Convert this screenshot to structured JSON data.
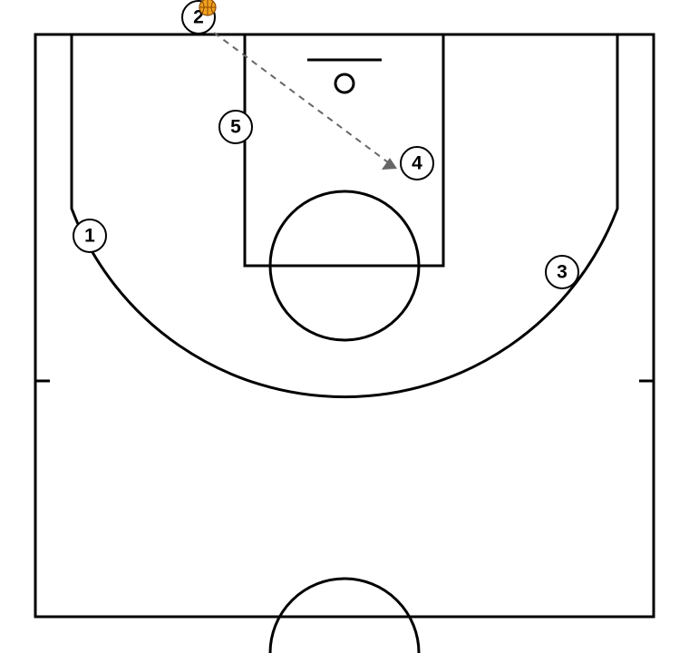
{
  "diagram": {
    "type": "basketball-half-court-play",
    "colors": {
      "court_lines": "#000000",
      "background": "#ffffff",
      "pass_line": "#666666",
      "ball": "#f0a020",
      "ball_seams": "#8a4a00"
    },
    "players": [
      {
        "id": "player-1",
        "number": "1"
      },
      {
        "id": "player-2",
        "number": "2",
        "has_ball": true
      },
      {
        "id": "player-3",
        "number": "3"
      },
      {
        "id": "player-4",
        "number": "4"
      },
      {
        "id": "player-5",
        "number": "5"
      }
    ],
    "actions": [
      {
        "type": "pass",
        "from": "2",
        "to": "4",
        "style": "dashed-arrow"
      }
    ]
  }
}
